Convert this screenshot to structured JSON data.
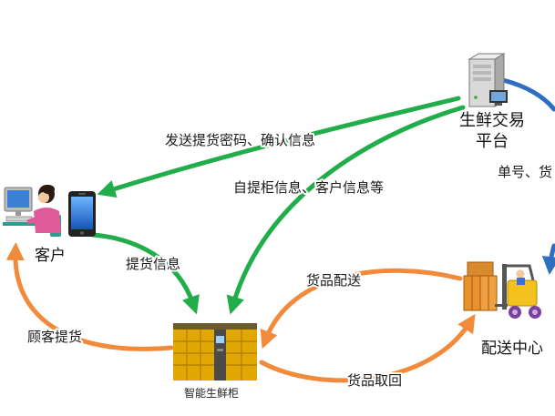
{
  "platform": {
    "label_line1": "生鲜交易",
    "label_line2": "平台",
    "icon": "server-icon"
  },
  "platform_out_label": "单号、货",
  "customer": {
    "label": "客户",
    "icon": "customer-computer-icon",
    "phone_icon": "mobile-phone-icon"
  },
  "locker": {
    "label": "智能生鲜柜",
    "icon": "smart-locker-icon"
  },
  "delivery_center": {
    "label": "配送中心",
    "icon": "forklift-icon"
  },
  "flows": {
    "platform_to_customer": "发送提货密码、确认信息",
    "platform_to_locker": "自提柜信息、客户信息等",
    "customer_to_locker": "提货信息",
    "locker_to_customer": "顾客提货",
    "center_to_locker": "货品配送",
    "locker_to_center": "货品取回"
  },
  "colors": {
    "info_flow": "#22ad4b",
    "goods_flow": "#f28a3c",
    "platform_flow": "#2f6fc1"
  }
}
